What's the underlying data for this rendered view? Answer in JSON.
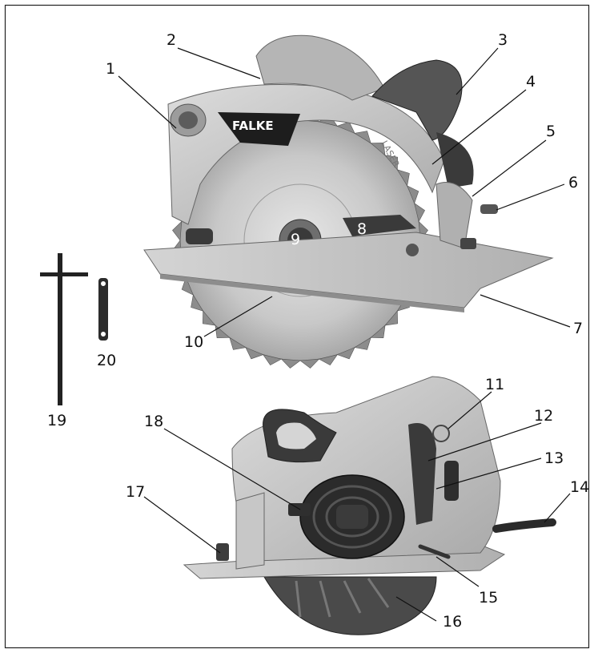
{
  "brand": {
    "logo_text": "FALKE",
    "side_text": "LASER"
  },
  "callouts": [
    {
      "id": "c1",
      "label": "1"
    },
    {
      "id": "c2",
      "label": "2"
    },
    {
      "id": "c3",
      "label": "3"
    },
    {
      "id": "c4",
      "label": "4"
    },
    {
      "id": "c5",
      "label": "5"
    },
    {
      "id": "c6",
      "label": "6"
    },
    {
      "id": "c7",
      "label": "7"
    },
    {
      "id": "c8",
      "label": "8"
    },
    {
      "id": "c9",
      "label": "9"
    },
    {
      "id": "c10",
      "label": "10"
    },
    {
      "id": "c11",
      "label": "11"
    },
    {
      "id": "c12",
      "label": "12"
    },
    {
      "id": "c13",
      "label": "13"
    },
    {
      "id": "c14",
      "label": "14"
    },
    {
      "id": "c15",
      "label": "15"
    },
    {
      "id": "c16",
      "label": "16"
    },
    {
      "id": "c17",
      "label": "17"
    },
    {
      "id": "c18",
      "label": "18"
    },
    {
      "id": "c19",
      "label": "19"
    },
    {
      "id": "c20",
      "label": "20"
    }
  ],
  "colors": {
    "body": "#bdbdbd",
    "body_light": "#d8d8d8",
    "dark": "#2a2a2a",
    "blade": "#c9c9c9",
    "line": "#111111"
  }
}
